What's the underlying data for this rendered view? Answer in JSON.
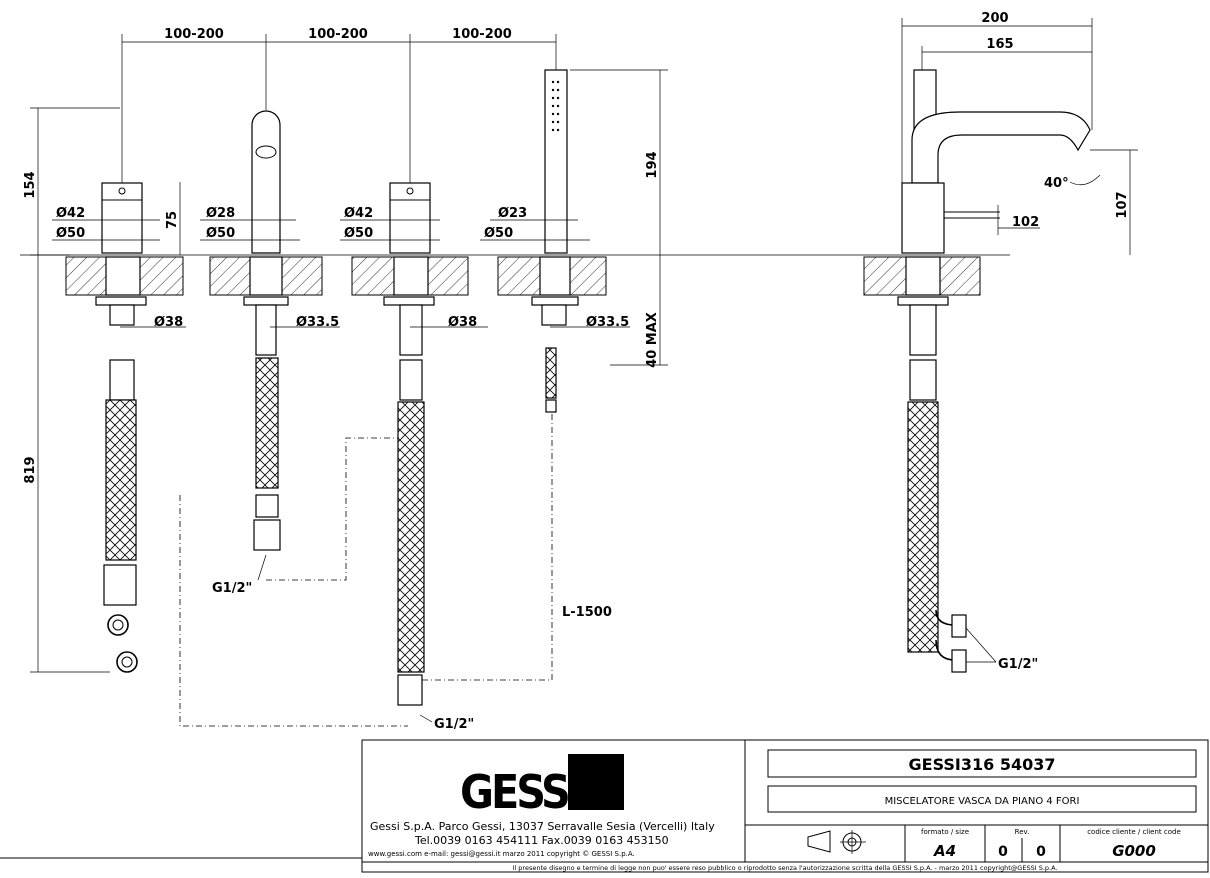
{
  "dimensions": {
    "top_spacings": [
      "100-200",
      "100-200",
      "100-200"
    ],
    "height_154": "154",
    "height_75": "75",
    "height_819": "819",
    "height_194": "194",
    "height_40max": "40 MAX",
    "side_200": "200",
    "side_165": "165",
    "side_107": "107",
    "side_102": "102",
    "angle_40": "40°",
    "hose_length": "L-1500",
    "unit1": {
      "d_top": "Ø42",
      "d_base": "Ø50",
      "d_under": "Ø38"
    },
    "unit2": {
      "d_top": "Ø28",
      "d_base": "Ø50",
      "d_under": "Ø33.5"
    },
    "unit3": {
      "d_top": "Ø42",
      "d_base": "Ø50",
      "d_under": "Ø38"
    },
    "unit4": {
      "d_top": "Ø23",
      "d_base": "Ø50",
      "d_under": "Ø33.5"
    },
    "thread_labels": [
      "G1/2\"",
      "G1/2\"",
      "G1/2\""
    ]
  },
  "title_block": {
    "logo": "GESSI",
    "company_line": "Gessi S.p.A. Parco Gessi, 13037 Serravalle Sesia (Vercelli) Italy",
    "phone_line": "Tel.0039  0163  454111  Fax.0039  0163  453150",
    "web_line": "www.gessi.com  e-mail: gessi@gessi.it     marzo  2011     copyright © GESSI  S.p.A.",
    "product_code": "GESSI316  54037",
    "product_desc": "MISCELATORE VASCA DA PIANO 4 FORI",
    "format_label": "formato / size",
    "format_value": "A4",
    "rev_label": "Rev.",
    "rev_values": [
      "0",
      "0"
    ],
    "client_label": "codice cliente / client code",
    "client_value": "G000",
    "legal_line": "Il  presente  disegno  e  termine  di  legge  non  puo'  essere  reso  pubblico  o  riprodotto  senza  l'autorizzazione  scritta  della  GESSI  S.p.A.  -  marzo  2011   copyright@GESSI  S.p.A."
  }
}
